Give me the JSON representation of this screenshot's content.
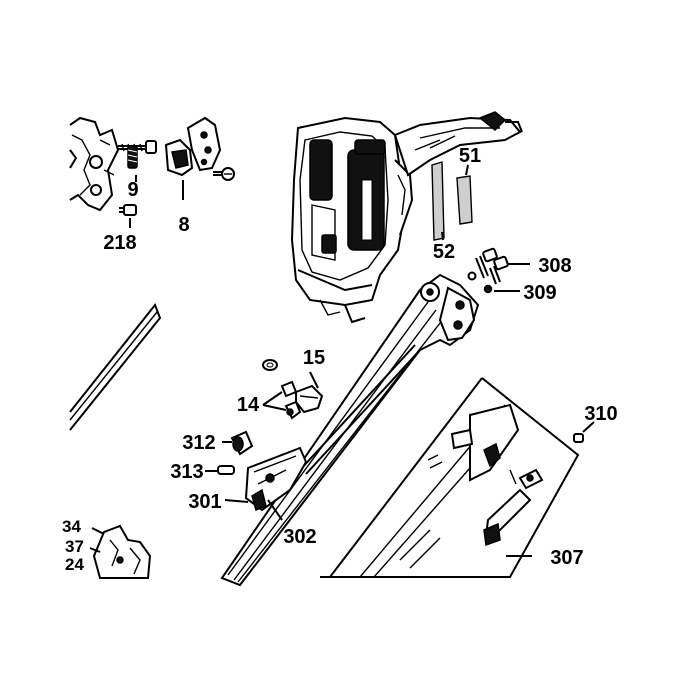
{
  "diagram": {
    "callouts": {
      "p9": "9",
      "p8": "8",
      "p218": "218",
      "p51": "51",
      "p52": "52",
      "p308": "308",
      "p309": "309",
      "p15": "15",
      "p14": "14",
      "p310": "310",
      "p312": "312",
      "p313": "313",
      "p301": "301",
      "p302": "302",
      "p307": "307",
      "p34": "34",
      "p37": "37",
      "p24": "24"
    }
  }
}
